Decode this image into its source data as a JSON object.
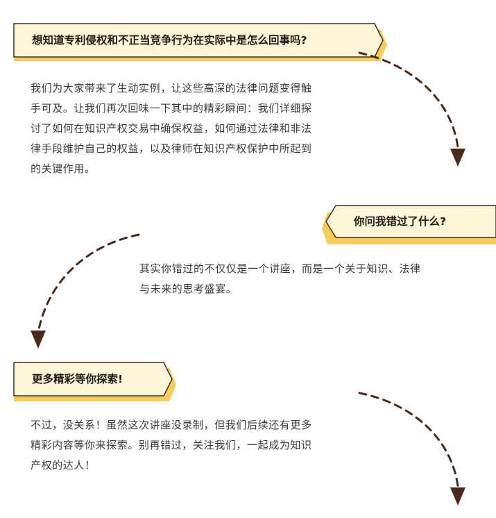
{
  "sections": [
    {
      "banner": "想知道专利侵权和不正当竞争行为在实际中是怎么回事吗?",
      "paragraph": [
        "我们为大家带来了生动实例，让这些高深的法律问题变得触",
        "手可及。让我们再次回味一下其中的精彩瞬间：我们详细探",
        "讨了如何在知识产权交易中确保权益，如何通过法律和非法",
        "律手段维护自己的权益，以及律师在知识产权保护中所起到",
        "的关键作用。"
      ]
    },
    {
      "banner": "你问我错过了什么?",
      "paragraph": [
        "其实你错过的不仅仅是一个讲座，而是一个关于知识、法律",
        "与未来的思考盛宴。"
      ]
    },
    {
      "banner": "更多精彩等你探索!",
      "paragraph": [
        "不过，没关系！虽然这次讲座没录制，但我们后续还有更多",
        "精彩内容等你来探索。别再错过，关注我们，一起成为知识",
        "产权的达人！"
      ]
    }
  ],
  "colors": {
    "banner_fill": "#fdf6d8",
    "banner_shadow": "#f7cc59",
    "banner_stroke": "#3e2c21",
    "arrow": "#4a2a1c"
  }
}
